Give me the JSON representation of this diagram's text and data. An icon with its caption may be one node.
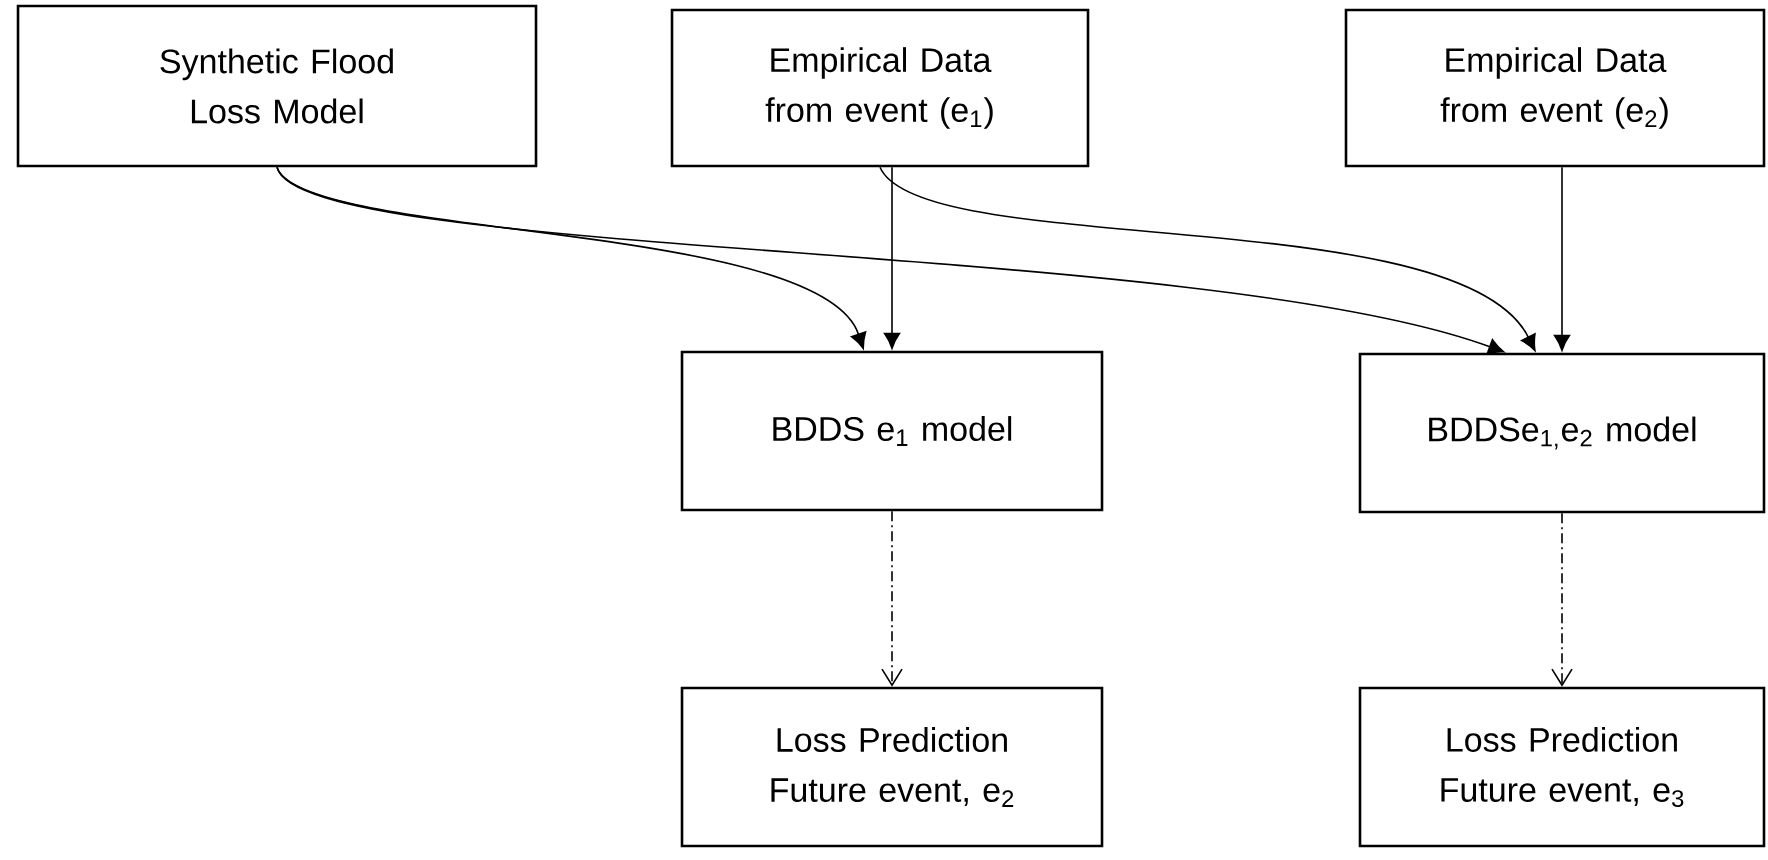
{
  "diagram": {
    "nodes": [
      {
        "text": [
          "Synthetic Flood Loss Model"
        ]
      },
      {
        "text": [
          "Empirical Data from event (e$_{1}$)"
        ]
      },
      {
        "text": [
          "Empirical Data from event (e$_{2}$)"
        ]
      },
      {
        "text": [
          "BDDS e$_{1}$ model"
        ]
      },
      {
        "text": [
          "BDDSe$_{1,}$e$_{2}$ model"
        ]
      },
      {
        "text": [
          "Loss Prediction Future event, e$_{2}$"
        ]
      },
      {
        "text": [
          "Loss Prediction Future event, e$_{3}$"
        ]
      }
    ],
    "edges": [
      {
        "from": 0,
        "to": 3,
        "arrow": "to"
      },
      {
        "from": 0,
        "to": 4,
        "arrow": "to"
      },
      {
        "from": 1,
        "to": 3,
        "arrow": "to"
      },
      {
        "from": 1,
        "to": 4,
        "arrow": "to"
      },
      {
        "from": 2,
        "to": 4,
        "arrow": "to"
      },
      {
        "from": 3,
        "to": 5,
        "arrow": "to",
        "style": "dashed"
      },
      {
        "from": 4,
        "to": 6,
        "arrow": "to",
        "style": "dashed"
      }
    ]
  }
}
